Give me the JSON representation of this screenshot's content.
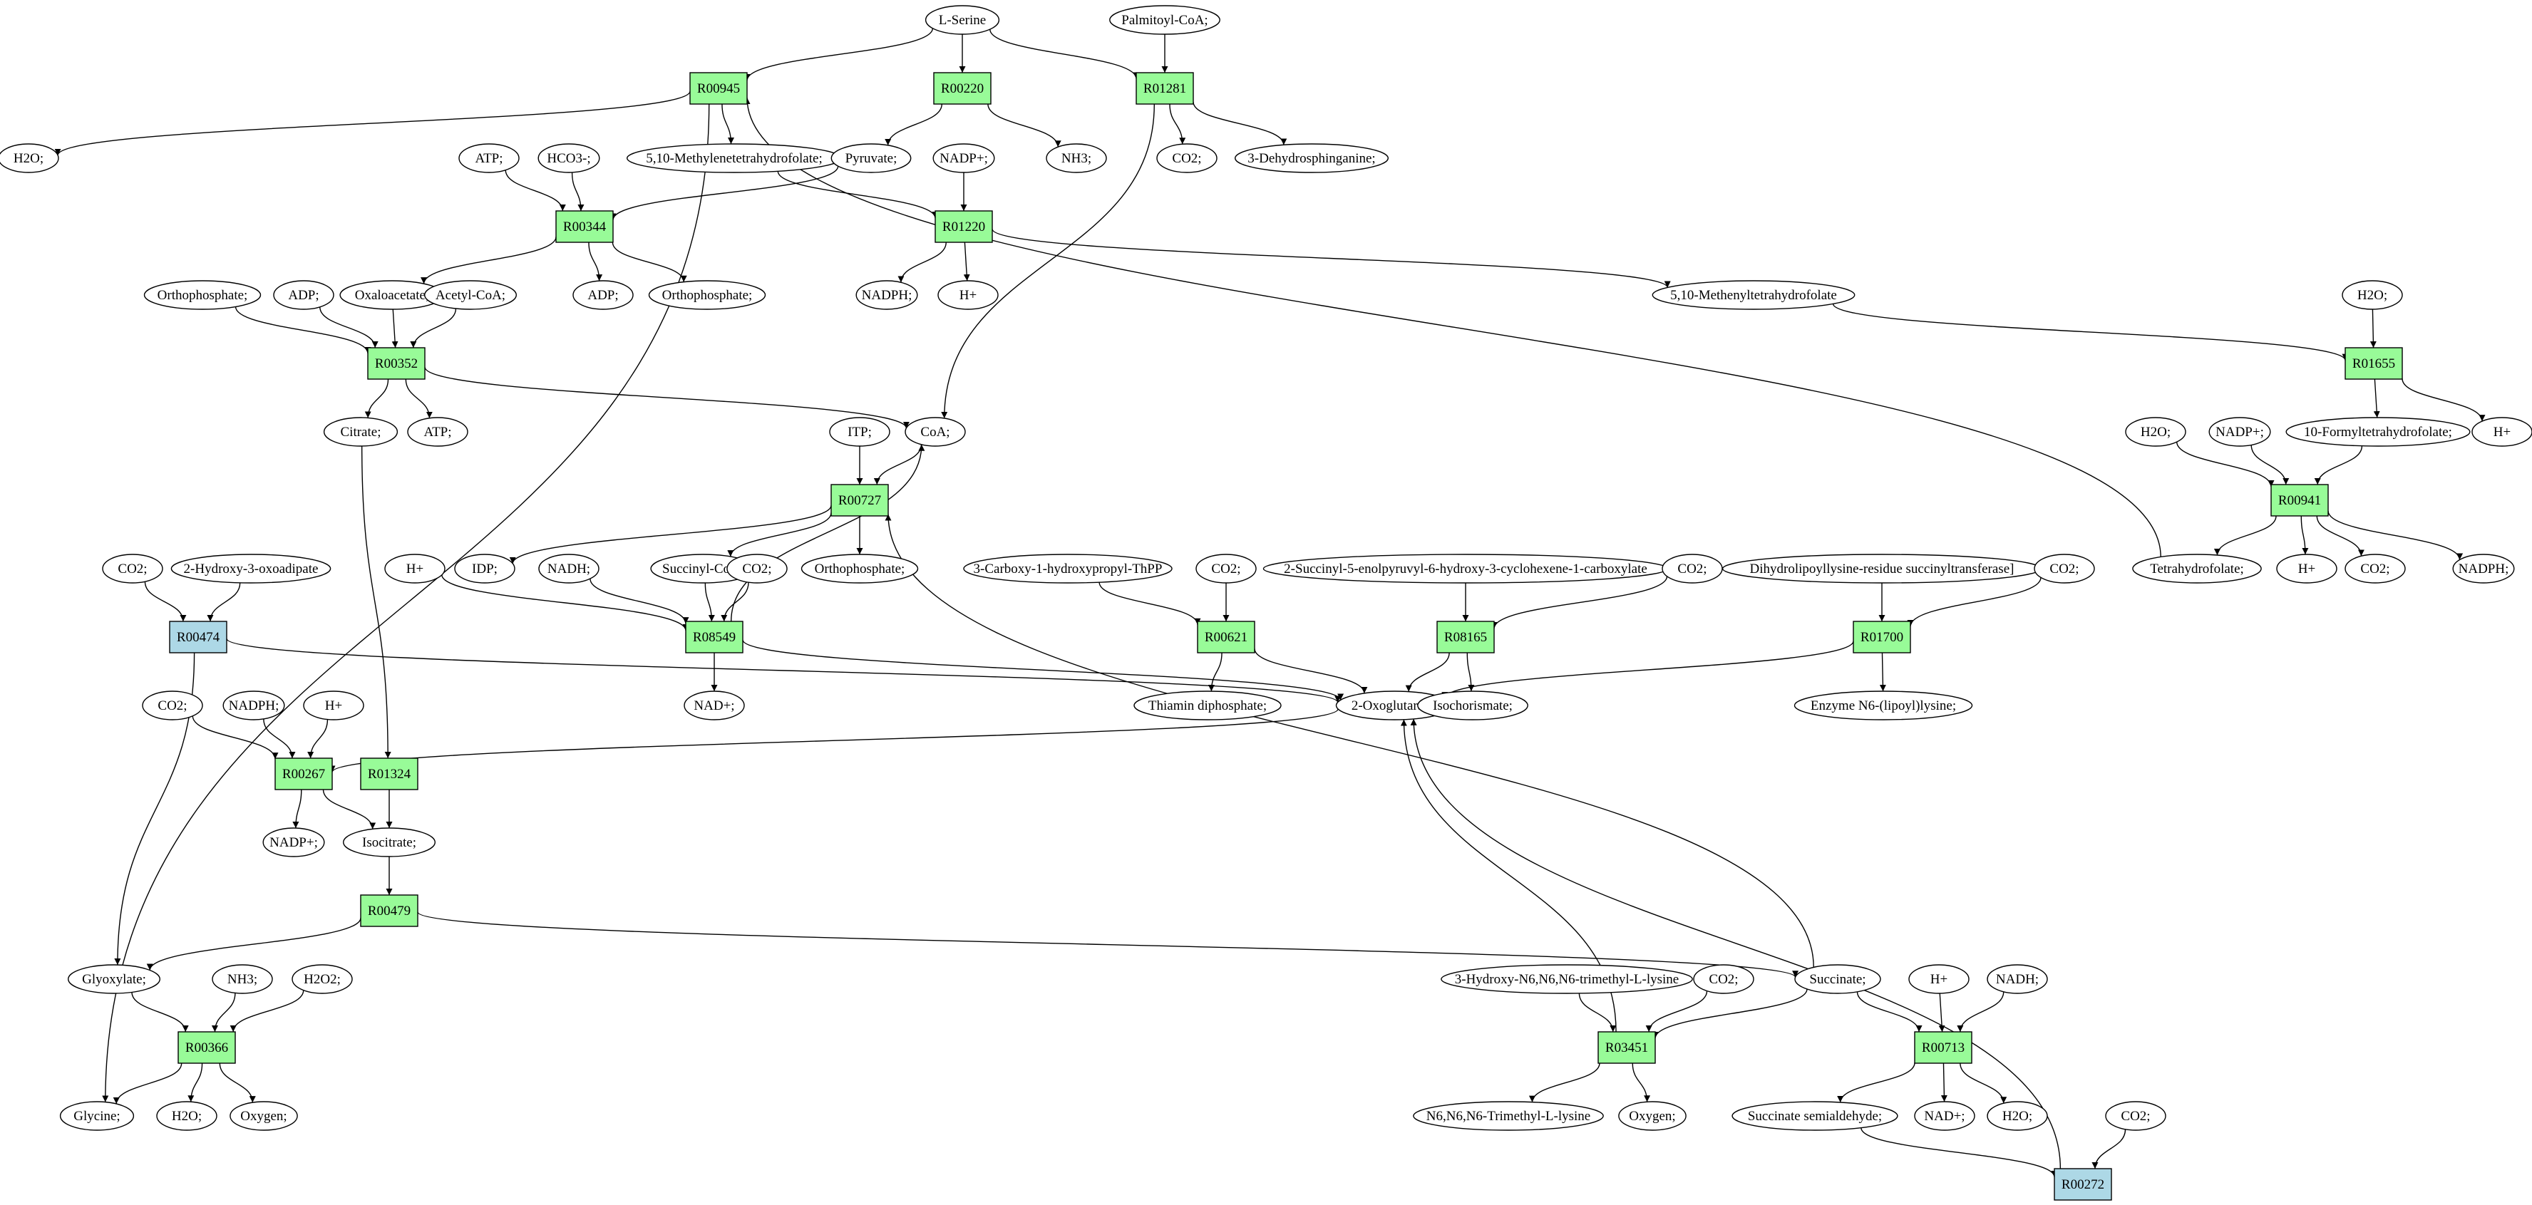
{
  "colors": {
    "reaction": "#98fb98",
    "reaction_alt": "#add8e6",
    "source": "#00ee00",
    "target": "#ffff00",
    "metabolite": "#ffffff",
    "stroke": "#000000"
  },
  "nodes": [
    {
      "id": "lserine",
      "label": "L-Serine",
      "kind": "source"
    },
    {
      "id": "palmcoa",
      "label": "Palmitoyl-CoA;",
      "kind": "metabolite"
    },
    {
      "id": "R00945",
      "label": "R00945",
      "kind": "reaction"
    },
    {
      "id": "R00220",
      "label": "R00220",
      "kind": "reaction"
    },
    {
      "id": "R01281",
      "label": "R01281",
      "kind": "reaction"
    },
    {
      "id": "h2o_1",
      "label": "H2O;",
      "kind": "metabolite"
    },
    {
      "id": "methylene",
      "label": "5,10-Methylenetetrahydrofolate;",
      "kind": "metabolite"
    },
    {
      "id": "pyruvate",
      "label": "Pyruvate;",
      "kind": "metabolite"
    },
    {
      "id": "nh3_1",
      "label": "NH3;",
      "kind": "metabolite"
    },
    {
      "id": "co2_1",
      "label": "CO2;",
      "kind": "metabolite"
    },
    {
      "id": "dehydrosph",
      "label": "3-Dehydrosphinganine;",
      "kind": "metabolite"
    },
    {
      "id": "atp_1",
      "label": "ATP;",
      "kind": "metabolite"
    },
    {
      "id": "hco3",
      "label": "HCO3-;",
      "kind": "metabolite"
    },
    {
      "id": "nadp_1",
      "label": "NADP+;",
      "kind": "metabolite"
    },
    {
      "id": "R00344",
      "label": "R00344",
      "kind": "reaction"
    },
    {
      "id": "R01220",
      "label": "R01220",
      "kind": "reaction"
    },
    {
      "id": "oxaloacetate",
      "label": "Oxaloacetate;",
      "kind": "metabolite"
    },
    {
      "id": "adp_2",
      "label": "ADP;",
      "kind": "metabolite"
    },
    {
      "id": "ortho_2",
      "label": "Orthophosphate;",
      "kind": "metabolite"
    },
    {
      "id": "nadph_1",
      "label": "NADPH;",
      "kind": "metabolite"
    },
    {
      "id": "hplus_1",
      "label": "H+",
      "kind": "metabolite"
    },
    {
      "id": "methenyl",
      "label": "5,10-Methenyltetrahydrofolate",
      "kind": "metabolite"
    },
    {
      "id": "h2o_2",
      "label": "H2O;",
      "kind": "metabolite"
    },
    {
      "id": "ortho_1",
      "label": "Orthophosphate;",
      "kind": "metabolite"
    },
    {
      "id": "adp_1",
      "label": "ADP;",
      "kind": "metabolite"
    },
    {
      "id": "acetylcoa",
      "label": "Acetyl-CoA;",
      "kind": "metabolite"
    },
    {
      "id": "R00352",
      "label": "R00352",
      "kind": "reaction"
    },
    {
      "id": "R01655",
      "label": "R01655",
      "kind": "reaction"
    },
    {
      "id": "citrate",
      "label": "Citrate;",
      "kind": "metabolite"
    },
    {
      "id": "atp_2",
      "label": "ATP;",
      "kind": "metabolite"
    },
    {
      "id": "itp",
      "label": "ITP;",
      "kind": "metabolite"
    },
    {
      "id": "coa",
      "label": "CoA;",
      "kind": "metabolite"
    },
    {
      "id": "hplus_2",
      "label": "H+",
      "kind": "metabolite"
    },
    {
      "id": "h2o_3",
      "label": "H2O;",
      "kind": "metabolite"
    },
    {
      "id": "nadp_2",
      "label": "NADP+;",
      "kind": "metabolite"
    },
    {
      "id": "formylthf",
      "label": "10-Formyltetrahydrofolate;",
      "kind": "metabolite"
    },
    {
      "id": "R00727",
      "label": "R00727",
      "kind": "reaction"
    },
    {
      "id": "R00941",
      "label": "R00941",
      "kind": "reaction"
    },
    {
      "id": "co2_2",
      "label": "CO2;",
      "kind": "metabolite"
    },
    {
      "id": "hydroxyoxo",
      "label": "2-Hydroxy-3-oxoadipate",
      "kind": "metabolite"
    },
    {
      "id": "hplus_3",
      "label": "H+",
      "kind": "metabolite"
    },
    {
      "id": "idp",
      "label": "IDP;",
      "kind": "metabolite"
    },
    {
      "id": "nadh_1",
      "label": "NADH;",
      "kind": "metabolite"
    },
    {
      "id": "succcoa",
      "label": "Succinyl-CoA;",
      "kind": "metabolite"
    },
    {
      "id": "co2_3",
      "label": "CO2;",
      "kind": "metabolite"
    },
    {
      "id": "ortho_3",
      "label": "Orthophosphate;",
      "kind": "metabolite"
    },
    {
      "id": "carboxy",
      "label": "3-Carboxy-1-hydroxypropyl-ThPP",
      "kind": "metabolite"
    },
    {
      "id": "co2_4",
      "label": "CO2;",
      "kind": "metabolite"
    },
    {
      "id": "succinyl5",
      "label": "2-Succinyl-5-enolpyruvyl-6-hydroxy-3-cyclohexene-1-carboxylate",
      "kind": "metabolite"
    },
    {
      "id": "co2_5",
      "label": "CO2;",
      "kind": "metabolite"
    },
    {
      "id": "dihydro",
      "label": "Dihydrolipoyllysine-residue succinyltransferase]",
      "kind": "metabolite"
    },
    {
      "id": "co2_6",
      "label": "CO2;",
      "kind": "metabolite"
    },
    {
      "id": "thf",
      "label": "Tetrahydrofolate;",
      "kind": "metabolite"
    },
    {
      "id": "hplus_4",
      "label": "H+",
      "kind": "metabolite"
    },
    {
      "id": "co2_7",
      "label": "CO2;",
      "kind": "metabolite"
    },
    {
      "id": "nadph_2",
      "label": "NADPH;",
      "kind": "metabolite"
    },
    {
      "id": "R00474",
      "label": "R00474",
      "kind": "reaction_alt"
    },
    {
      "id": "R08549",
      "label": "R08549",
      "kind": "reaction"
    },
    {
      "id": "R00621",
      "label": "R00621",
      "kind": "reaction"
    },
    {
      "id": "R08165",
      "label": "R08165",
      "kind": "reaction"
    },
    {
      "id": "R01700",
      "label": "R01700",
      "kind": "reaction"
    },
    {
      "id": "nad_1",
      "label": "NAD+;",
      "kind": "metabolite"
    },
    {
      "id": "thiamin",
      "label": "Thiamin diphosphate;",
      "kind": "metabolite"
    },
    {
      "id": "oxoglut",
      "label": "2-Oxoglutarate;",
      "kind": "metabolite"
    },
    {
      "id": "isochor",
      "label": "Isochorismate;",
      "kind": "metabolite"
    },
    {
      "id": "enzyme",
      "label": "Enzyme N6-(lipoyl)lysine;",
      "kind": "metabolite"
    },
    {
      "id": "co2_8",
      "label": "CO2;",
      "kind": "metabolite"
    },
    {
      "id": "nadph_3",
      "label": "NADPH;",
      "kind": "metabolite"
    },
    {
      "id": "hplus_5",
      "label": "H+",
      "kind": "metabolite"
    },
    {
      "id": "R00267",
      "label": "R00267",
      "kind": "reaction"
    },
    {
      "id": "R01324",
      "label": "R01324",
      "kind": "reaction"
    },
    {
      "id": "nadp_3",
      "label": "NADP+;",
      "kind": "metabolite"
    },
    {
      "id": "isocitrate",
      "label": "Isocitrate;",
      "kind": "metabolite"
    },
    {
      "id": "R00479",
      "label": "R00479",
      "kind": "reaction"
    },
    {
      "id": "glyoxylate",
      "label": "Glyoxylate;",
      "kind": "metabolite"
    },
    {
      "id": "nh3_2",
      "label": "NH3;",
      "kind": "metabolite"
    },
    {
      "id": "h2o2",
      "label": "H2O2;",
      "kind": "metabolite"
    },
    {
      "id": "succinate",
      "label": "Succinate;",
      "kind": "metabolite"
    },
    {
      "id": "hydroxytml",
      "label": "3-Hydroxy-N6,N6,N6-trimethyl-L-lysine",
      "kind": "metabolite"
    },
    {
      "id": "co2_9",
      "label": "CO2;",
      "kind": "metabolite"
    },
    {
      "id": "hplus_6",
      "label": "H+",
      "kind": "metabolite"
    },
    {
      "id": "nadh_2",
      "label": "NADH;",
      "kind": "metabolite"
    },
    {
      "id": "R00366",
      "label": "R00366",
      "kind": "reaction"
    },
    {
      "id": "R03451",
      "label": "R03451",
      "kind": "reaction"
    },
    {
      "id": "R00713",
      "label": "R00713",
      "kind": "reaction"
    },
    {
      "id": "glycine",
      "label": "Glycine;",
      "kind": "target"
    },
    {
      "id": "h2o_4",
      "label": "H2O;",
      "kind": "metabolite"
    },
    {
      "id": "oxygen_1",
      "label": "Oxygen;",
      "kind": "metabolite"
    },
    {
      "id": "trimethyl",
      "label": "N6,N6,N6-Trimethyl-L-lysine",
      "kind": "metabolite"
    },
    {
      "id": "oxygen_2",
      "label": "Oxygen;",
      "kind": "metabolite"
    },
    {
      "id": "succsemi",
      "label": "Succinate semialdehyde;",
      "kind": "metabolite"
    },
    {
      "id": "nad_2",
      "label": "NAD+;",
      "kind": "metabolite"
    },
    {
      "id": "h2o_5",
      "label": "H2O;",
      "kind": "metabolite"
    },
    {
      "id": "co2_10",
      "label": "CO2;",
      "kind": "metabolite"
    },
    {
      "id": "R00272",
      "label": "R00272",
      "kind": "reaction_alt"
    }
  ],
  "edges": [
    [
      "lserine",
      "R00945"
    ],
    [
      "lserine",
      "R00220"
    ],
    [
      "lserine",
      "R01281"
    ],
    [
      "palmcoa",
      "R01281"
    ],
    [
      "R00945",
      "h2o_1"
    ],
    [
      "R00945",
      "methylene"
    ],
    [
      "R00945",
      "glycine"
    ],
    [
      "R00220",
      "pyruvate"
    ],
    [
      "R00220",
      "nh3_1"
    ],
    [
      "R01281",
      "co2_1"
    ],
    [
      "R01281",
      "dehydrosph"
    ],
    [
      "R01281",
      "coa"
    ],
    [
      "atp_1",
      "R00344"
    ],
    [
      "hco3",
      "R00344"
    ],
    [
      "pyruvate",
      "R00344"
    ],
    [
      "R00344",
      "oxaloacetate"
    ],
    [
      "R00344",
      "adp_2"
    ],
    [
      "R00344",
      "ortho_2"
    ],
    [
      "methylene",
      "R01220"
    ],
    [
      "nadp_1",
      "R01220"
    ],
    [
      "R01220",
      "nadph_1"
    ],
    [
      "R01220",
      "hplus_1"
    ],
    [
      "R01220",
      "methenyl"
    ],
    [
      "ortho_1",
      "R00352"
    ],
    [
      "adp_1",
      "R00352"
    ],
    [
      "oxaloacetate",
      "R00352"
    ],
    [
      "acetylcoa",
      "R00352"
    ],
    [
      "R00352",
      "citrate"
    ],
    [
      "R00352",
      "atp_2"
    ],
    [
      "R00352",
      "coa"
    ],
    [
      "methenyl",
      "R01655"
    ],
    [
      "h2o_2",
      "R01655"
    ],
    [
      "R01655",
      "hplus_2"
    ],
    [
      "R01655",
      "formylthf"
    ],
    [
      "itp",
      "R00727"
    ],
    [
      "coa",
      "R00727"
    ],
    [
      "succinate",
      "R00727"
    ],
    [
      "R00727",
      "idp"
    ],
    [
      "R00727",
      "succcoa"
    ],
    [
      "R00727",
      "ortho_3"
    ],
    [
      "h2o_3",
      "R00941"
    ],
    [
      "nadp_2",
      "R00941"
    ],
    [
      "formylthf",
      "R00941"
    ],
    [
      "R00941",
      "thf"
    ],
    [
      "R00941",
      "hplus_4"
    ],
    [
      "R00941",
      "co2_7"
    ],
    [
      "R00941",
      "nadph_2"
    ],
    [
      "thf",
      "R00945"
    ],
    [
      "co2_2",
      "R00474"
    ],
    [
      "hydroxyoxo",
      "R00474"
    ],
    [
      "R00474",
      "oxoglut"
    ],
    [
      "R00474",
      "glyoxylate"
    ],
    [
      "hplus_3",
      "R08549"
    ],
    [
      "nadh_1",
      "R08549"
    ],
    [
      "succcoa",
      "R08549"
    ],
    [
      "co2_3",
      "R08549"
    ],
    [
      "R08549",
      "nad_1"
    ],
    [
      "R08549",
      "oxoglut"
    ],
    [
      "R08549",
      "coa"
    ],
    [
      "carboxy",
      "R00621"
    ],
    [
      "co2_4",
      "R00621"
    ],
    [
      "R00621",
      "thiamin"
    ],
    [
      "R00621",
      "oxoglut"
    ],
    [
      "succinyl5",
      "R08165"
    ],
    [
      "co2_5",
      "R08165"
    ],
    [
      "R08165",
      "isochor"
    ],
    [
      "R08165",
      "oxoglut"
    ],
    [
      "dihydro",
      "R01700"
    ],
    [
      "co2_6",
      "R01700"
    ],
    [
      "R01700",
      "enzyme"
    ],
    [
      "R01700",
      "oxoglut"
    ],
    [
      "co2_8",
      "R00267"
    ],
    [
      "nadph_3",
      "R00267"
    ],
    [
      "hplus_5",
      "R00267"
    ],
    [
      "oxoglut",
      "R00267"
    ],
    [
      "R00267",
      "nadp_3"
    ],
    [
      "R00267",
      "isocitrate"
    ],
    [
      "citrate",
      "R01324"
    ],
    [
      "R01324",
      "isocitrate"
    ],
    [
      "isocitrate",
      "R00479"
    ],
    [
      "R00479",
      "glyoxylate"
    ],
    [
      "R00479",
      "succinate"
    ],
    [
      "glyoxylate",
      "R00366"
    ],
    [
      "nh3_2",
      "R00366"
    ],
    [
      "h2o2",
      "R00366"
    ],
    [
      "R00366",
      "glycine"
    ],
    [
      "R00366",
      "h2o_4"
    ],
    [
      "R00366",
      "oxygen_1"
    ],
    [
      "hydroxytml",
      "R03451"
    ],
    [
      "co2_9",
      "R03451"
    ],
    [
      "succinate",
      "R03451"
    ],
    [
      "R03451",
      "trimethyl"
    ],
    [
      "R03451",
      "oxygen_2"
    ],
    [
      "R03451",
      "oxoglut"
    ],
    [
      "succinate",
      "R00713"
    ],
    [
      "hplus_6",
      "R00713"
    ],
    [
      "nadh_2",
      "R00713"
    ],
    [
      "R00713",
      "succsemi"
    ],
    [
      "R00713",
      "nad_2"
    ],
    [
      "R00713",
      "h2o_5"
    ],
    [
      "succsemi",
      "R00272"
    ],
    [
      "co2_10",
      "R00272"
    ],
    [
      "R00272",
      "oxoglut"
    ]
  ]
}
